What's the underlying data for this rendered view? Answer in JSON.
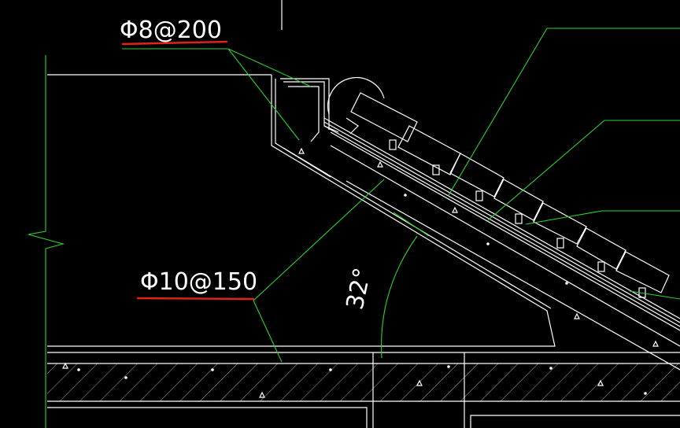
{
  "drawing": {
    "rebar_label_top": "Φ8@200",
    "rebar_label_bottom": "Φ10@150",
    "angle_label": "32°"
  },
  "colors": {
    "background": "#000000",
    "outline": "#ffffff",
    "leader": "#2bd42b",
    "underline": "#e0241b"
  }
}
